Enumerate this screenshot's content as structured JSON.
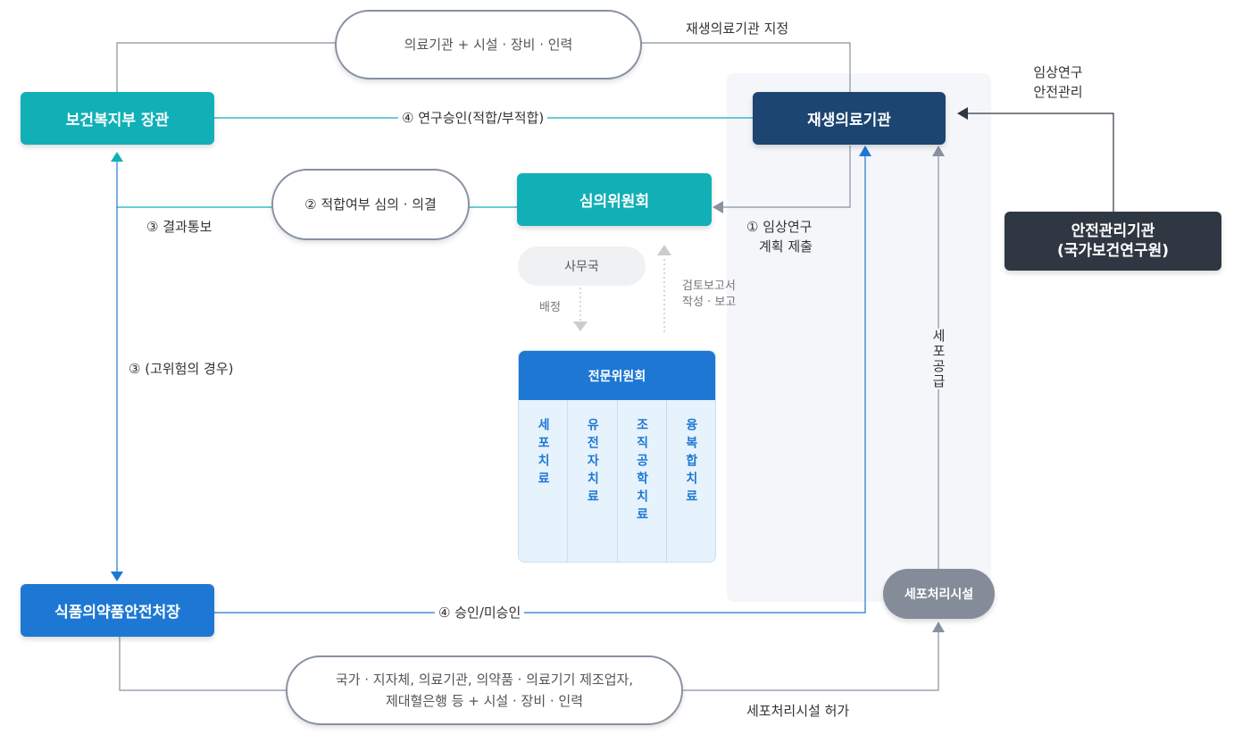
{
  "boxes": {
    "minister": "보건복지부 장관",
    "institution": "재생의료기관",
    "committee": "심의위원회",
    "safety_org_line1": "안전관리기관",
    "safety_org_line2": "(국가보건연구원)",
    "mfds": "식품의약품안전처장",
    "office": "사무국",
    "expert_committee": "전문위원회",
    "cell_facility": "세포처리시설"
  },
  "expert_columns": [
    "세포치료",
    "유전자치료",
    "조직공학치료",
    "융복합치료"
  ],
  "pills": {
    "top": "의료기관 + 시설 · 장비 · 인력",
    "review": "② 적합여부 심의 · 의결",
    "bottom_line1": "국가 · 지자체, 의료기관, 의약품 · 의료기기 제조업자,",
    "bottom_line2": "제대혈은행 등 + 시설 · 장비 · 인력"
  },
  "labels": {
    "designation": "재생의료기관 지정",
    "safety_line1": "임상연구",
    "safety_line2": "안전관리",
    "approval": "④ 연구승인(적합/부적합)",
    "result_notice": "③ 결과통보",
    "plan_line1": "① 임상연구",
    "plan_line2": "계획 제출",
    "assign": "배정",
    "report_line1": "검토보고서",
    "report_line2": "작성 · 보고",
    "high_risk": "③ (고위험의 경우)",
    "cell_supply": "세포공급",
    "mfds_approval": "④ 승인/미승인",
    "facility_permit": "세포처리시설 허가"
  },
  "colors": {
    "teal": "#11b0b6",
    "navy": "#1c4571",
    "dark": "#2f3742",
    "blue": "#1e78d3",
    "gray": "#858c99"
  }
}
